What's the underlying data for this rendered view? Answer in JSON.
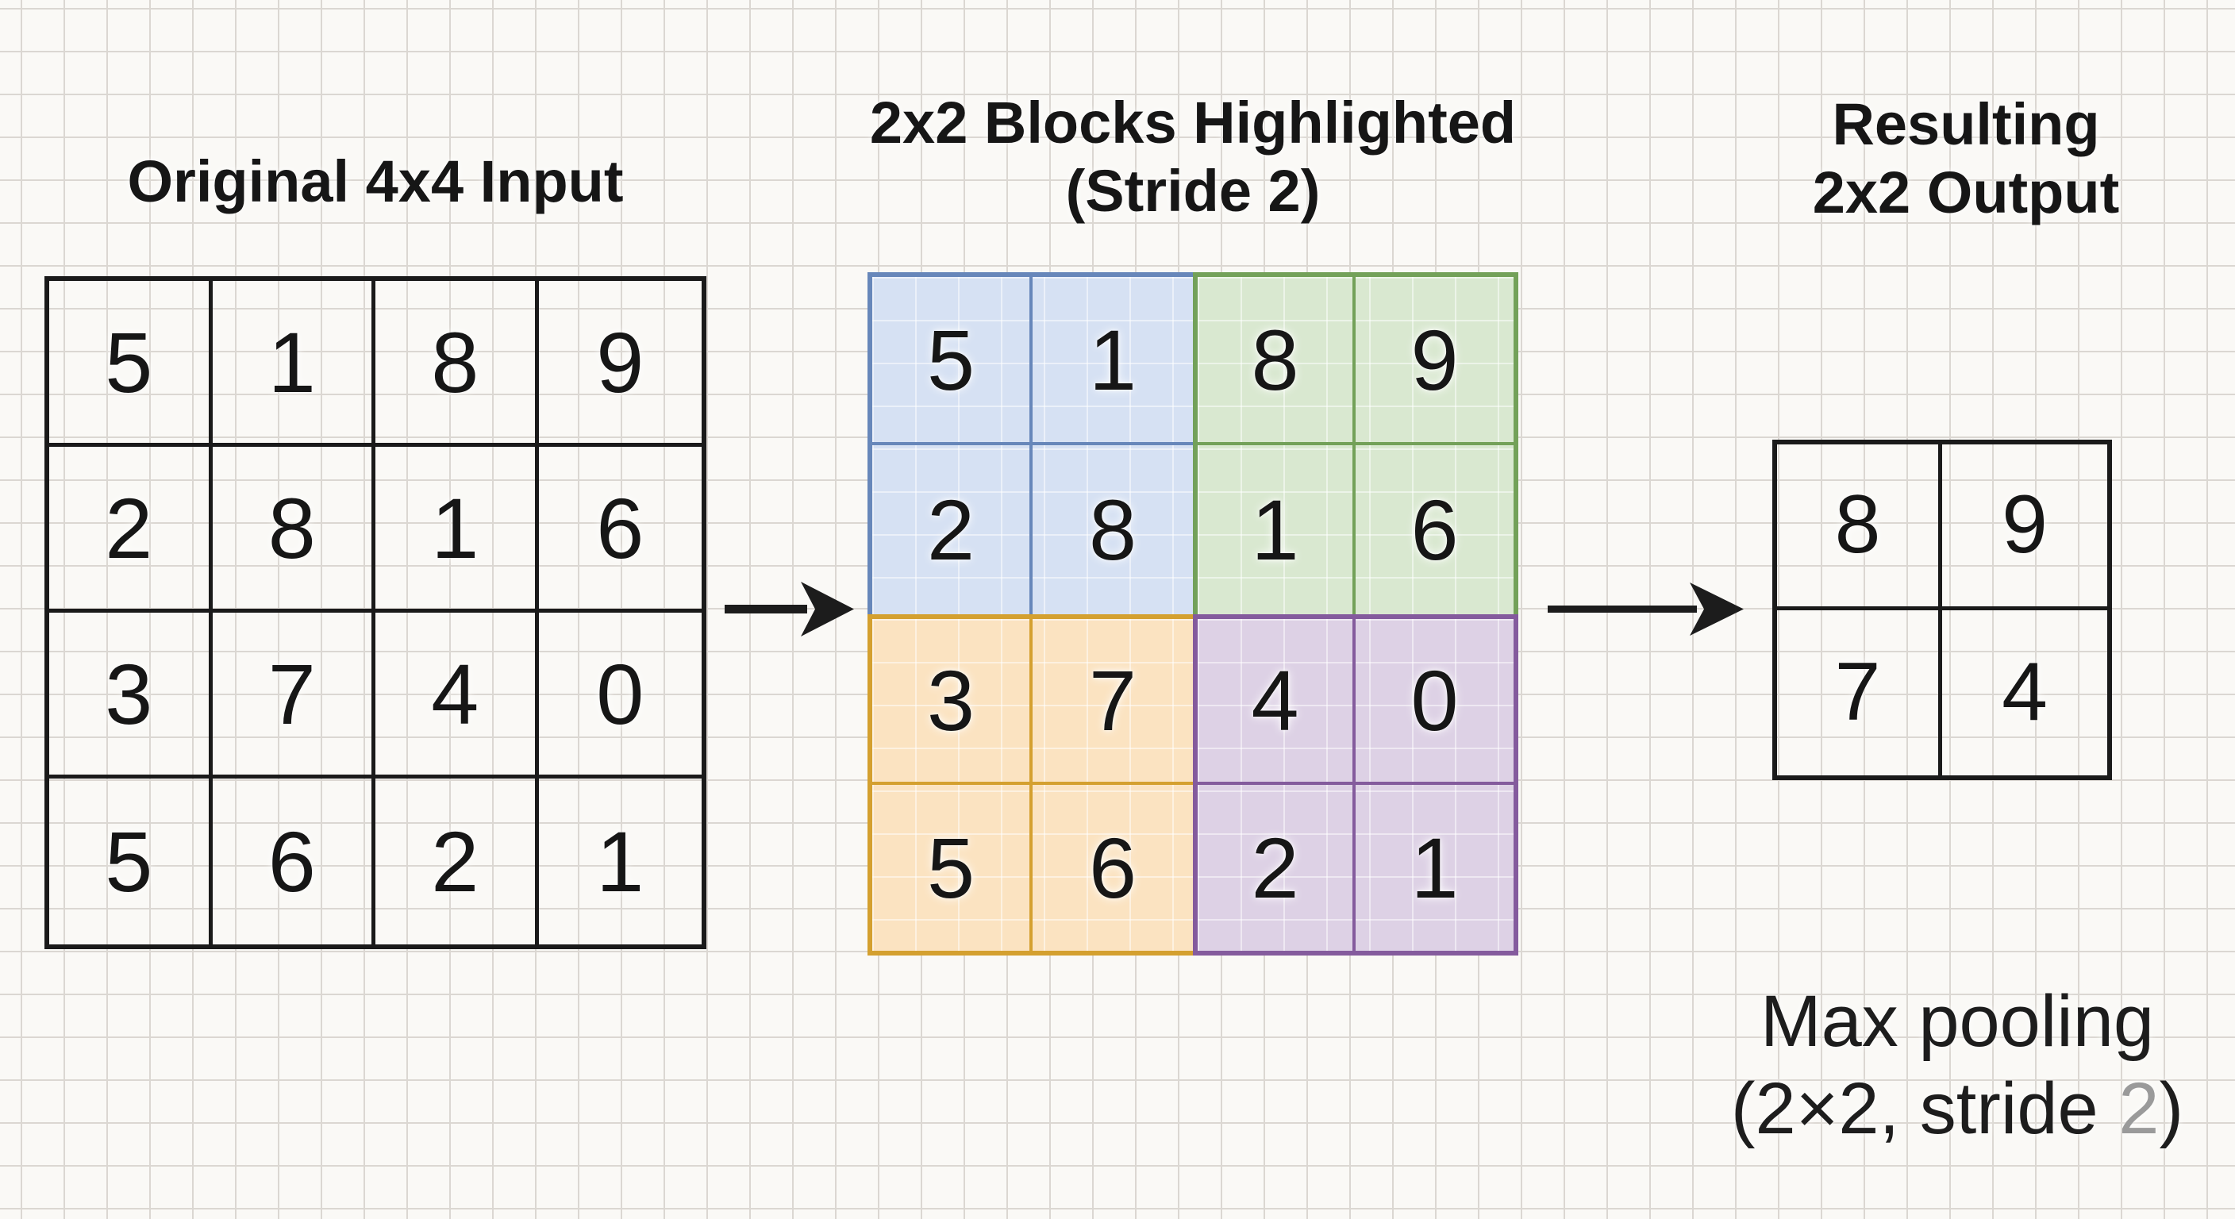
{
  "page": {
    "paper_color": "#faf9f6",
    "paper_line_color": "#dbd7d2",
    "ink_color": "#1a1a1a"
  },
  "input_panel": {
    "title": "Original 4x4 Input",
    "rows": [
      [
        "5",
        "1",
        "8",
        "9"
      ],
      [
        "2",
        "8",
        "1",
        "6"
      ],
      [
        "3",
        "7",
        "4",
        "0"
      ],
      [
        "5",
        "6",
        "2",
        "1"
      ]
    ]
  },
  "blocks_panel": {
    "title_line1": "2x2 Blocks Highlighted",
    "title_line2": "(Stride 2)",
    "blocks": [
      {
        "name": "top-left",
        "fill": "#d6e1f3",
        "line": "#6787ba",
        "values": [
          "5",
          "1",
          "2",
          "8"
        ]
      },
      {
        "name": "top-right",
        "fill": "#d9e8d0",
        "line": "#73a159",
        "values": [
          "8",
          "9",
          "1",
          "6"
        ]
      },
      {
        "name": "bottom-left",
        "fill": "#fbe3c1",
        "line": "#d4a02f",
        "values": [
          "3",
          "7",
          "5",
          "6"
        ]
      },
      {
        "name": "bottom-right",
        "fill": "#ddd1e5",
        "line": "#845b9d",
        "values": [
          "4",
          "0",
          "2",
          "1"
        ]
      }
    ]
  },
  "output_panel": {
    "title_line1": "Resulting",
    "title_line2": "2x2 Output",
    "rows": [
      [
        "8",
        "9"
      ],
      [
        "7",
        "4"
      ]
    ]
  },
  "caption": {
    "line1": "Max pooling",
    "line2_open": "(2×2, stride ",
    "line2_stride": "2",
    "line2_close": ")",
    "stride_color": "#9a9a9a"
  },
  "arrows": {
    "color": "#1c1c1c",
    "names": [
      "input-to-blocks",
      "blocks-to-output"
    ]
  }
}
